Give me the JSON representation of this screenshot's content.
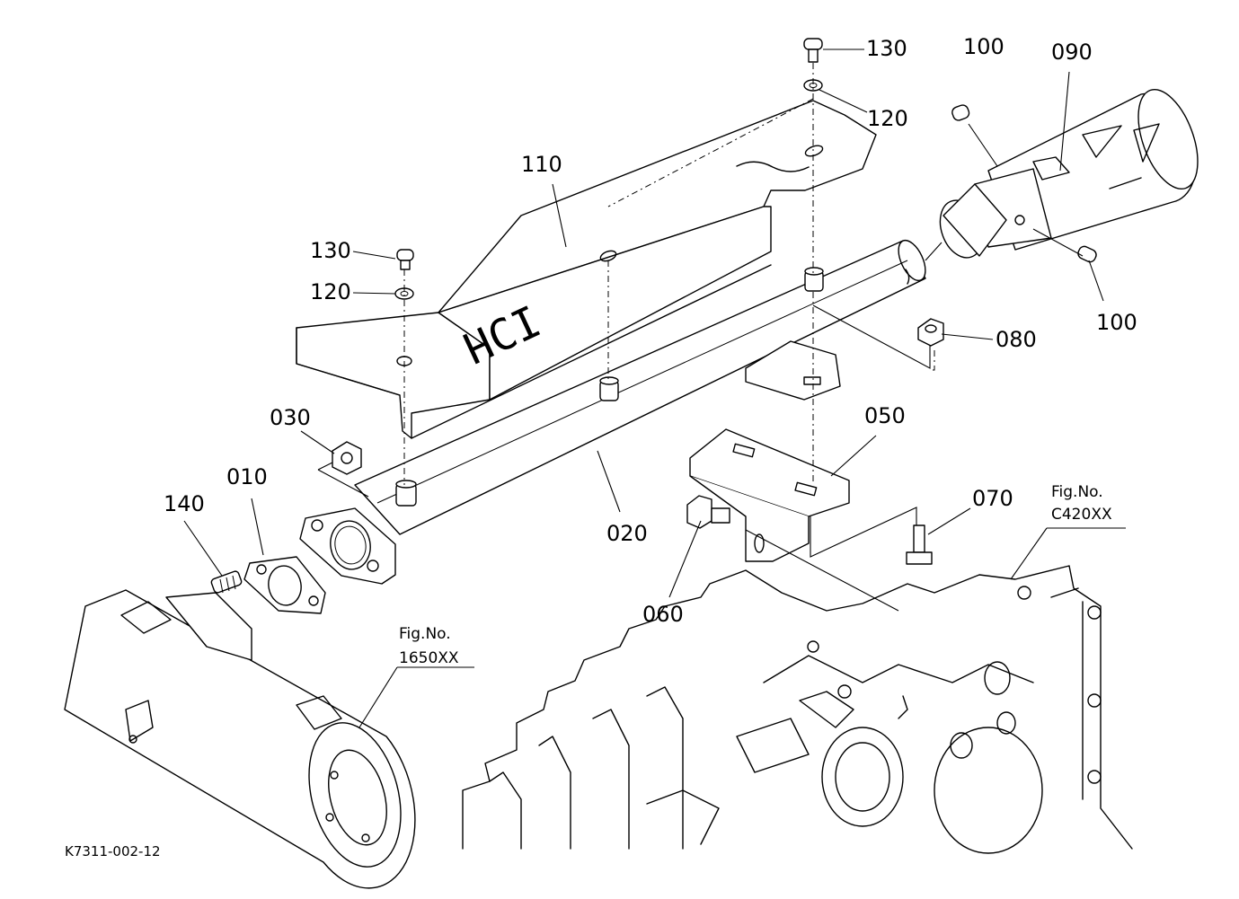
{
  "diagram": {
    "doc_code": "K7311-002-12",
    "parts": [
      {
        "id": "p130a",
        "label": "130"
      },
      {
        "id": "p120a",
        "label": "120"
      },
      {
        "id": "p100a",
        "label": "100"
      },
      {
        "id": "p090",
        "label": "090"
      },
      {
        "id": "p110",
        "label": "110"
      },
      {
        "id": "p130b",
        "label": "130"
      },
      {
        "id": "p120b",
        "label": "120"
      },
      {
        "id": "p100b",
        "label": "100"
      },
      {
        "id": "p080",
        "label": "080"
      },
      {
        "id": "p030",
        "label": "030"
      },
      {
        "id": "p050",
        "label": "050"
      },
      {
        "id": "p010",
        "label": "010"
      },
      {
        "id": "p140",
        "label": "140"
      },
      {
        "id": "p070",
        "label": "070"
      },
      {
        "id": "p020",
        "label": "020"
      },
      {
        "id": "p060",
        "label": "060"
      }
    ],
    "fig_refs": [
      {
        "id": "ref_c420",
        "title": "Fig.No.",
        "code": "C420XX"
      },
      {
        "id": "ref_1650",
        "title": "Fig.No.",
        "code": "1650XX"
      }
    ],
    "stamped_text": "HCI"
  }
}
